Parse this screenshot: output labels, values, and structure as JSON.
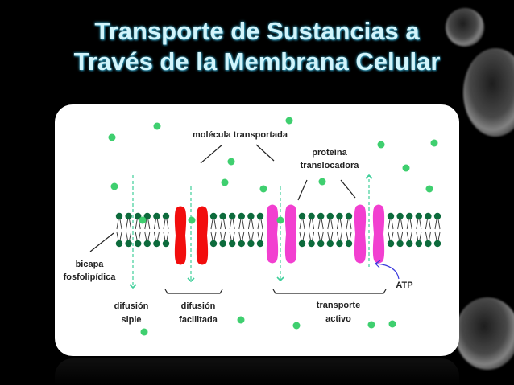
{
  "title": {
    "line1": "Transporte de Sustancias a",
    "line2": "Través de la Membrana Celular"
  },
  "diagram": {
    "labels": {
      "molecule": "molécula transportada",
      "protein_1": "proteína",
      "protein_2": "translocadora",
      "bilayer_1": "bicapa",
      "bilayer_2": "fosfolipídica",
      "simple_1": "difusión",
      "simple_2": "siple",
      "facilitated_1": "difusión",
      "facilitated_2": "facilitada",
      "active_1": "transporte",
      "active_2": "activo",
      "atp": "ATP"
    },
    "colors": {
      "molecule": "#3fcf6f",
      "lipid_head": "#0d6b3c",
      "channel_protein": "#f20d0d",
      "carrier_protein": "#f23fd0",
      "arrow": "#3fcf9a",
      "atp_arrow": "#3b3bdc"
    }
  }
}
